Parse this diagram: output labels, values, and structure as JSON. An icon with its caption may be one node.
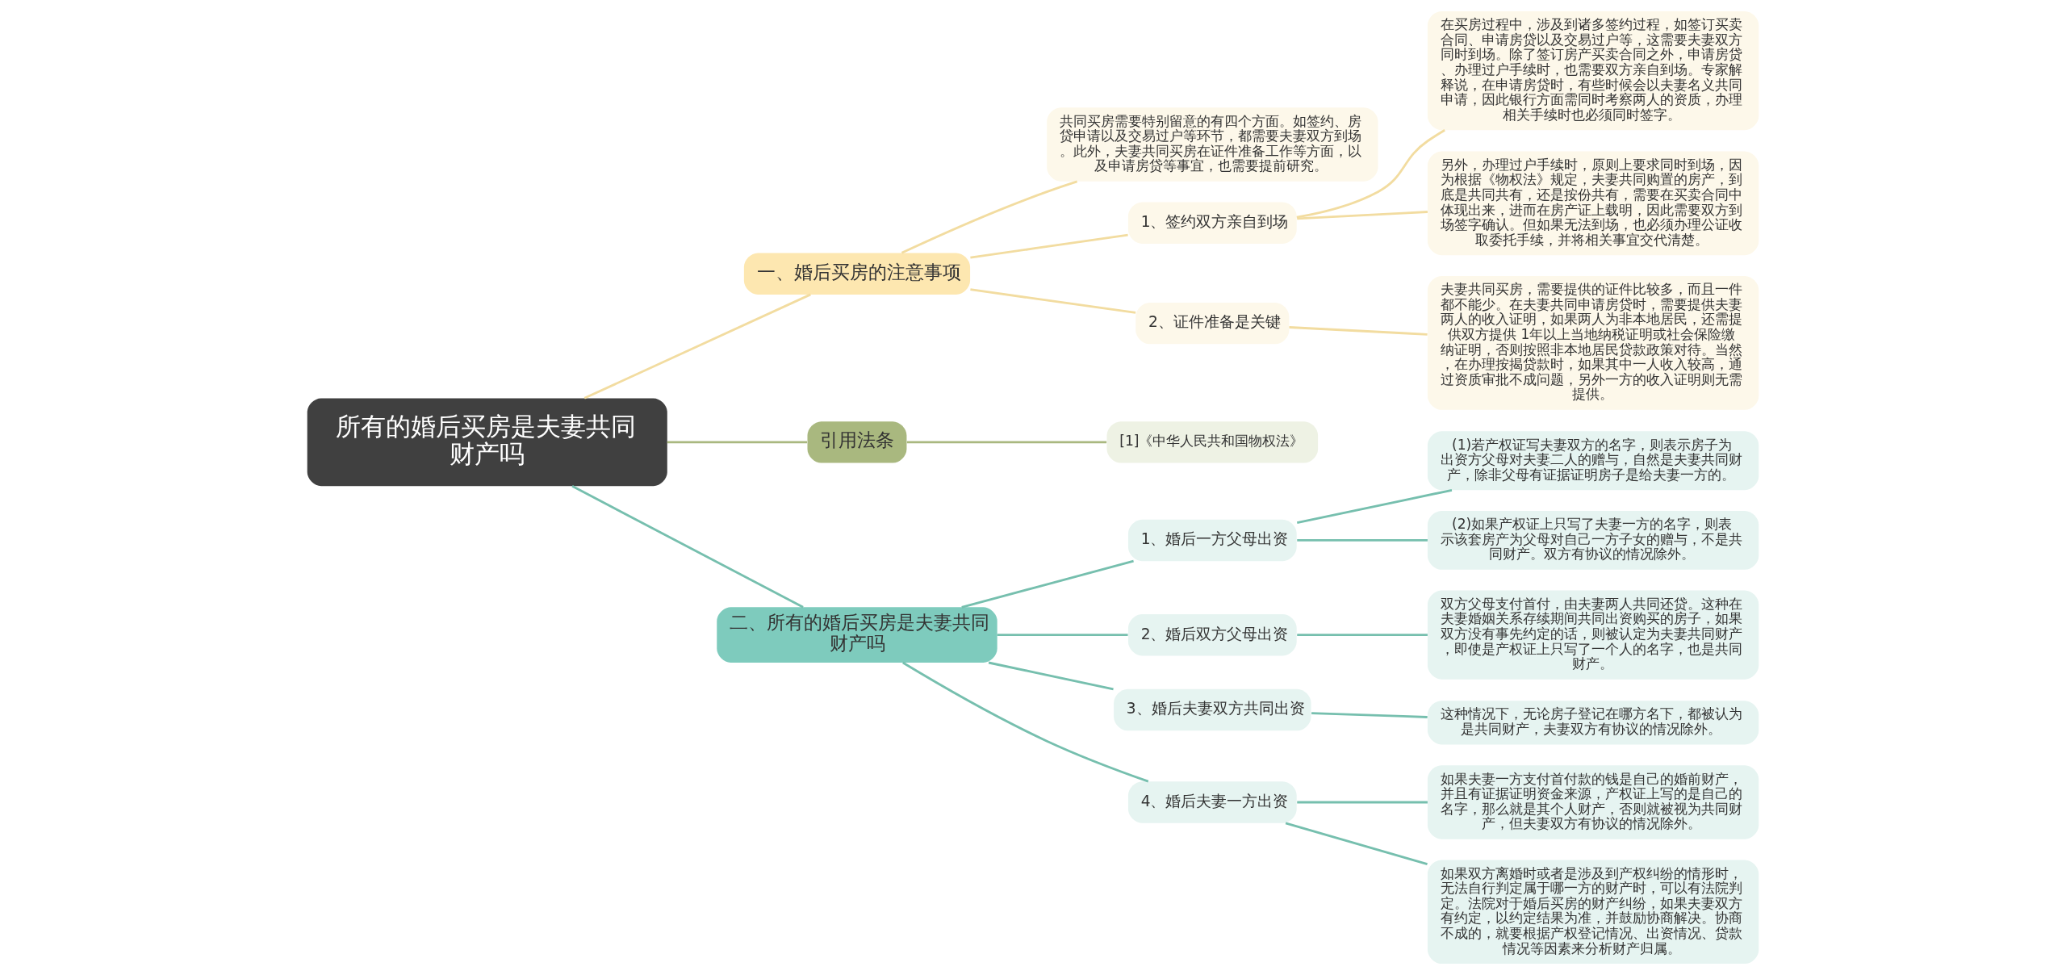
{
  "diagram": {
    "nodes": [
      {
        "text": [
          "所有的婚后买房是夫妻共同财产吗"
        ]
      },
      {
        "text": [
          "一、婚后买房的注意事项"
        ]
      },
      {
        "text": [
          "共同买房需要特别留意的有四个方面。如签约、房贷申请以及交易过户等环节，都需要夫妻双方到场。此外，夫妻共同买房在证件准备工作等方面，以及申请房贷等事宜，也需要提前研究。"
        ]
      },
      {
        "text": [
          "1、签约双方亲自到场"
        ]
      },
      {
        "text": [
          "在买房过程中，涉及到诸多签约过程，如签订买卖合同、申请房贷以及交易过户等，这需要夫妻双方同时到场。除了签订房产买卖合同之外，申请房贷、办理过户手续时，也需要双方亲自到场。专家解释说，在申请房贷时，有些时候会以夫妻名义共同申请，因此银行方面需同时考察两人的资质，办理相关手续时也必须同时签字。"
        ]
      },
      {
        "text": [
          "另外，办理过户手续时，原则上要求同时到场，因为根据《物权法》规定，夫妻共同购置的房产，到底是共同共有，还是按份共有，需要在买卖合同中体现出来，进而在房产证上载明，因此需要双方到场签字确认。但如果无法到场，也必须办理公证收取委托手续，并将相关事宜交代清楚。"
        ]
      },
      {
        "text": [
          "2、证件准备是关键"
        ]
      },
      {
        "text": [
          "夫妻共同买房，需要提供的证件比较多，而且一件都不能少。在夫妻共同申请房贷时，需要提供夫妻两人的收入证明，如果两人为非本地居民，还需提供双方提供 1年以上当地纳税证明或社会保险缴纳证明，否则按照非本地居民贷款政策对待。当然，在办理按揭贷款时，如果其中一人收入较高，通过资质审批不成问题，另外一方的收入证明则无需提供。"
        ]
      },
      {
        "text": [
          "引用法条"
        ]
      },
      {
        "text": [
          "[1]《中华人民共和国物权法》"
        ]
      },
      {
        "text": [
          "二、所有的婚后买房是夫妻共同财产吗"
        ]
      },
      {
        "text": [
          "1、婚后一方父母出资"
        ]
      },
      {
        "text": [
          "(1)若产权证写夫妻双方的名字，则表示房子为出资方父母对夫妻二人的赠与，自然是夫妻共同财产，除非父母有证据证明房子是给夫妻一方的。"
        ]
      },
      {
        "text": [
          "(2)如果产权证上只写了夫妻一方的名字，则表示该套房产为父母对自己一方子女的赠与，不是共同财产。双方有协议的情况除外。"
        ]
      },
      {
        "text": [
          "2、婚后双方父母出资"
        ]
      },
      {
        "text": [
          "双方父母支付首付，由夫妻两人共同还贷。这种在夫妻婚姻关系存续期间共同出资购买的房子，如果双方没有事先约定的话，则被认定为夫妻共同财产，即使是产权证上只写了一个人的名字，也是共同财产。"
        ]
      },
      {
        "text": [
          "3、婚后夫妻双方共同出资"
        ]
      },
      {
        "text": [
          "这种情况下，无论房子登记在哪方名下，都被认为是共同财产，夫妻双方有协议的情况除外。"
        ]
      },
      {
        "text": [
          "4、婚后夫妻一方出资"
        ]
      },
      {
        "text": [
          "如果夫妻一方支付首付款的钱是自己的婚前财产，并且有证据证明资金来源，产权证上写的是自己的名字，那么就是其个人财产，否则就被视为共同财产，但夫妻双方有协议的情况除外。"
        ]
      },
      {
        "text": [
          "如果双方离婚时或者是涉及到产权纠纷的情形时，无法自行判定属于哪一方的财产时，可以有法院判定。法院对于婚后买房的财产纠纷，如果夫妻双方有约定，以约定结果为准，并鼓励协商解决。协商不成的，就要根据产权登记情况、出资情况、贷款情况等因素来分析财产归属。"
        ]
      }
    ],
    "edges": [
      {
        "from": 0,
        "to": 1,
        "arrow": "none",
        "color": "#f2dca0"
      },
      {
        "from": 1,
        "to": 2,
        "arrow": "none",
        "color": "#f2dca0"
      },
      {
        "from": 1,
        "to": 3,
        "arrow": "none",
        "color": "#f2dca0"
      },
      {
        "from": 3,
        "to": 4,
        "arrow": "none",
        "color": "#f2dca0"
      },
      {
        "from": 3,
        "to": 5,
        "arrow": "none",
        "color": "#f2dca0"
      },
      {
        "from": 1,
        "to": 6,
        "arrow": "none",
        "color": "#f2dca0"
      },
      {
        "from": 6,
        "to": 7,
        "arrow": "none",
        "color": "#f2dca0"
      },
      {
        "from": 0,
        "to": 8,
        "arrow": "none",
        "color": "#a9b87f"
      },
      {
        "from": 8,
        "to": 9,
        "arrow": "none",
        "color": "#a9b87f"
      },
      {
        "from": 0,
        "to": 10,
        "arrow": "none"
      },
      {
        "from": 10,
        "to": 11,
        "arrow": "none"
      },
      {
        "from": 11,
        "to": 12,
        "arrow": "none"
      },
      {
        "from": 11,
        "to": 13,
        "arrow": "none"
      },
      {
        "from": 10,
        "to": 14,
        "arrow": "none"
      },
      {
        "from": 14,
        "to": 15,
        "arrow": "none"
      },
      {
        "from": 10,
        "to": 16,
        "arrow": "none"
      },
      {
        "from": 16,
        "to": 17,
        "arrow": "none"
      },
      {
        "from": 10,
        "to": 18,
        "arrow": "none"
      },
      {
        "from": 18,
        "to": 19,
        "arrow": "none"
      },
      {
        "from": 18,
        "to": 20,
        "arrow": "none"
      }
    ]
  }
}
